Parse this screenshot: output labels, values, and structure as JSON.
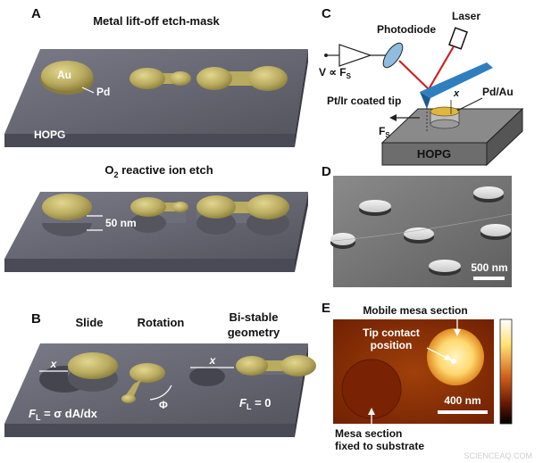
{
  "panels": {
    "a": {
      "letter": "A",
      "title_top": "Metal lift-off etch-mask",
      "label_au": "Au",
      "label_pd": "Pd",
      "label_substrate": "HOPG",
      "title_bottom_pre": "O",
      "title_bottom_sub": "2",
      "title_bottom_post": " reactive ion etch",
      "label_height": "50 nm"
    },
    "b": {
      "letter": "B",
      "label_slide": "Slide",
      "label_rotation": "Rotation",
      "label_bistable_1": "Bi-stable",
      "label_bistable_2": "geometry",
      "label_x1": "x",
      "label_x2": "x",
      "label_phi": "Φ",
      "eq1": "F",
      "eq1_sub": "L",
      "eq1_rest": " = σ dA/dx",
      "eq2": "F",
      "eq2_sub": "L",
      "eq2_rest": " = 0"
    },
    "c": {
      "letter": "C",
      "label_photodiode": "Photodiode",
      "label_laser": "Laser",
      "label_v": "V ∝ F",
      "label_v_sub": "S",
      "label_tip": "Pt/Ir coated tip",
      "label_pdau": "Pd/Au",
      "label_x": "x",
      "label_fs": "F",
      "label_fs_sub": "S",
      "label_substrate": "HOPG"
    },
    "d": {
      "letter": "D",
      "scale_label": "500 nm"
    },
    "e": {
      "letter": "E",
      "title": "Mobile mesa section",
      "label_tip_1": "Tip contact",
      "label_tip_2": "position",
      "scale_label": "400 nm",
      "label_fixed_1": "Mesa section",
      "label_fixed_2": "fixed to substrate"
    },
    "watermark": "SCIENCEAQ.COM"
  },
  "colors": {
    "slab_top": "#6a6a78",
    "slab_front": "#4a4a56",
    "gold": "#b8ab5e",
    "laser": "#cc2222",
    "cantilever": "#2f7fc0",
    "sem_bg": "#777777",
    "afm_bg": "#8c2a06",
    "afm_bright": "#ffe890"
  }
}
